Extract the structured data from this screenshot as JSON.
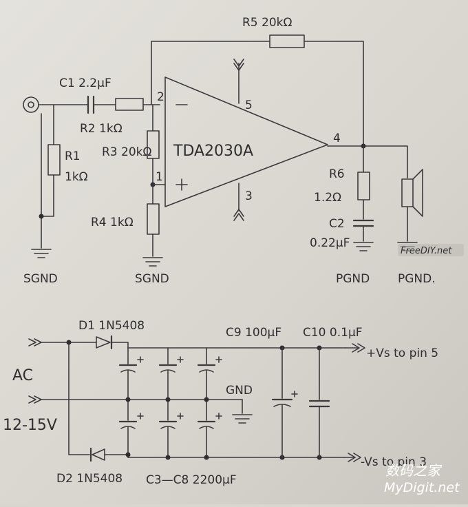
{
  "schematic": {
    "r5": "R5 20kΩ",
    "c1": "C1 2.2μF",
    "r2": "R2 1kΩ",
    "r3": "R3 20kΩ",
    "r1": "R1",
    "r1_val": "1kΩ",
    "r4": "R4 1kΩ",
    "r6": "R6",
    "r6_val": "1.2Ω",
    "c2": "C2",
    "c2_val": "0.22μF",
    "ic": "TDA2030A",
    "pin1": "1",
    "pin2": "2",
    "pin3": "3",
    "pin4": "4",
    "pin5": "5",
    "sgnd_left": "SGND",
    "sgnd_mid": "SGND",
    "pgnd1": "PGND",
    "pgnd2": "PGND."
  },
  "power": {
    "d1": "D1 1N5408",
    "d2": "D2 1N5408",
    "c9": "C9 100μF",
    "c10": "C10 0.1μF",
    "vs_pos": "+Vs to pin 5",
    "vs_neg": "-Vs to pin 3",
    "gnd": "GND",
    "ac": "AC",
    "ac_range": "12-15V",
    "c3_c8": "C3—C8 2200μF"
  },
  "watermark": {
    "brand_cn": "数码之家",
    "brand_en": "MyDigit.net",
    "stamp": "FreeDIY.net"
  }
}
